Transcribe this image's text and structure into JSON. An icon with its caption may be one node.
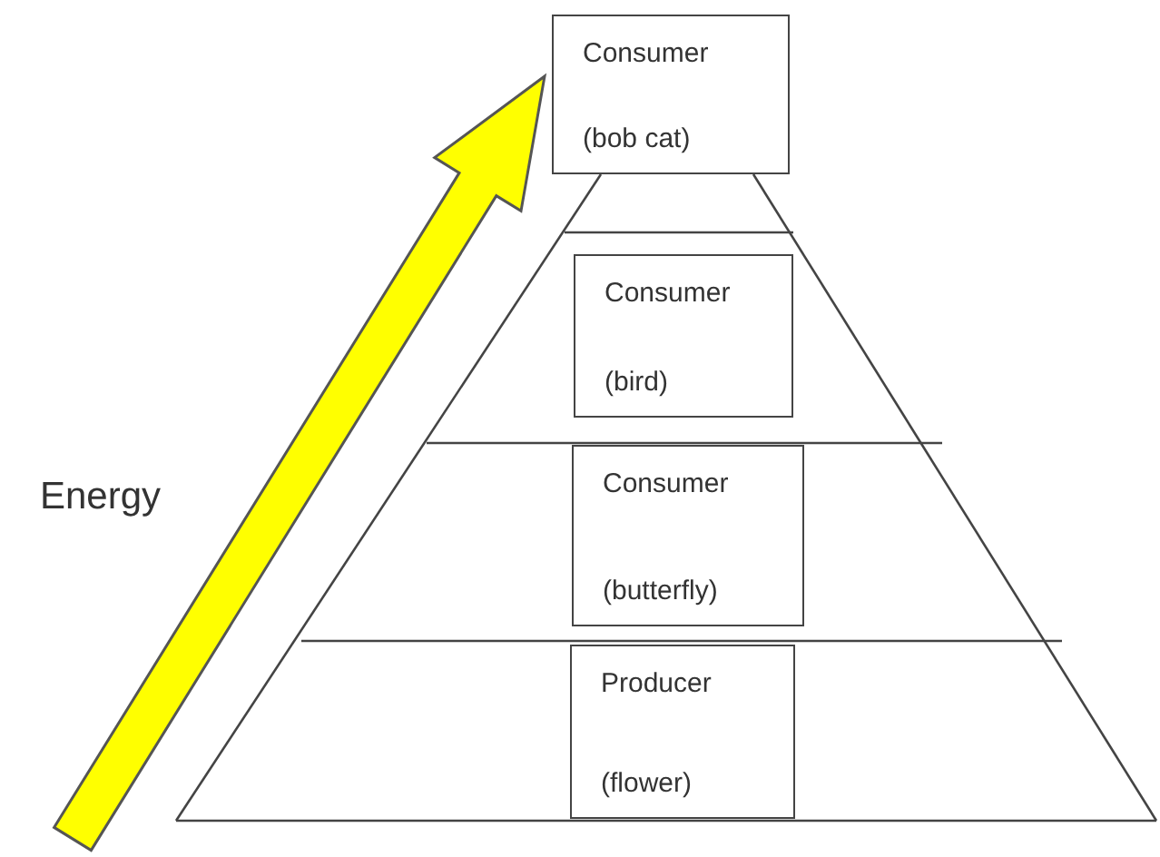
{
  "diagram": {
    "nodes": [
      {
        "text": [
          "Consumer",
          "(bob cat)"
        ]
      },
      {
        "text": [
          "Consumer",
          "(bird)"
        ]
      },
      {
        "text": [
          "Consumer",
          "(butterfly)"
        ]
      },
      {
        "text": [
          "Producer",
          "(flower)"
        ]
      }
    ],
    "labels": [
      "Energy"
    ]
  }
}
